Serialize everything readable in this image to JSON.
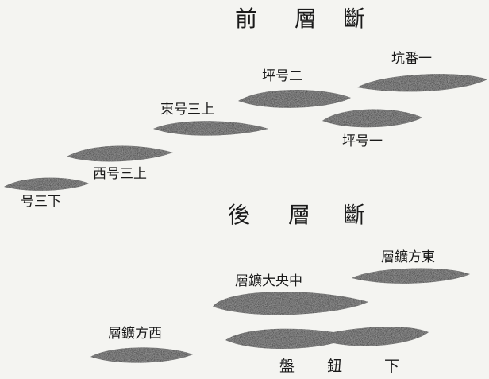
{
  "front_section": {
    "heading": [
      "前",
      "層",
      "斷"
    ]
  },
  "back_section": {
    "heading": [
      "後",
      "層",
      "斷"
    ]
  },
  "labels": {
    "pit_1": "坑番一",
    "ping_2": "坪号二",
    "east_3_upper": "東号三上",
    "ping_1": "坪号一",
    "west_3_upper": "西号三上",
    "no3_lower": "号三下",
    "east_vein": "層鑛方東",
    "central_vein": "層鑛大央中",
    "west_vein": "層鑛方西",
    "footwall": [
      "盤",
      "鈕",
      "下"
    ]
  },
  "colors": {
    "paper": "#f4f4f1",
    "ink": "#1a1a1a"
  }
}
